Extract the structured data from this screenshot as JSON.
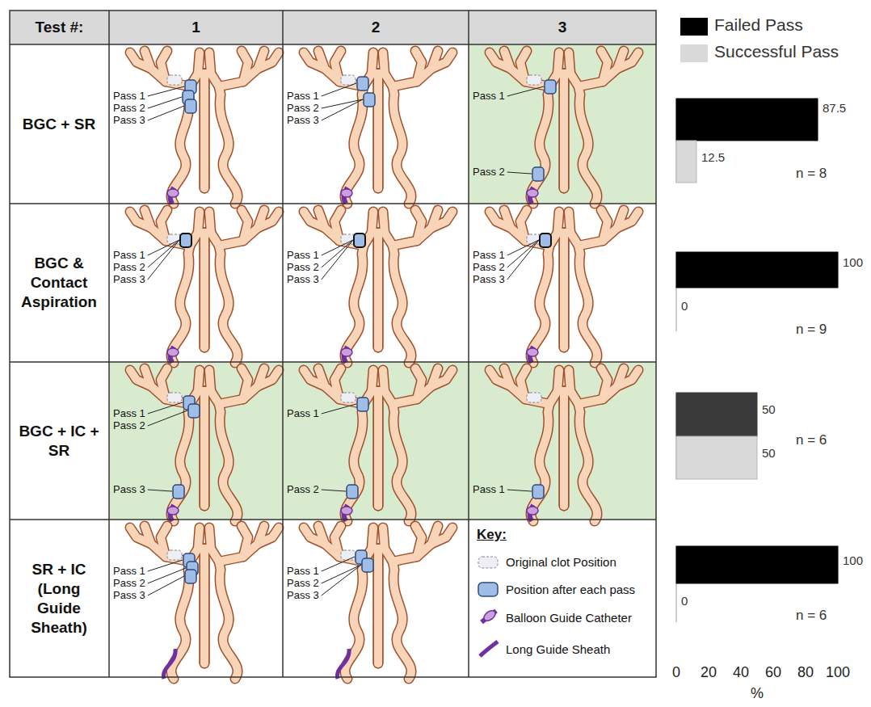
{
  "diagram": {
    "labels": [
      "Test #:",
      "1",
      "2",
      "3",
      "BGC + SR",
      "Pass 1",
      "Pass 2",
      "Pass 3",
      "Pass 1",
      "Pass 2",
      "Pass 3",
      "Pass 1",
      "Pass 2",
      "BGC & Contact Aspiration",
      "Pass 1",
      "Pass 2",
      "Pass 3",
      "Pass 1",
      "Pass 2",
      "Pass 3",
      "Pass 1",
      "Pass 2",
      "Pass 3",
      "BGC + IC + SR",
      "Pass 1",
      "Pass 2",
      "Pass 3",
      "Pass 1",
      "Pass 2",
      "Pass 1",
      "SR + IC (Long Guide Sheath)",
      "Pass 1",
      "Pass 2",
      "Pass 3",
      "Pass 1",
      "Pass 2",
      "Pass 3",
      "Key:",
      "87.5",
      "12.5",
      "n = 8",
      "100",
      "0",
      "n = 9",
      "50",
      "50",
      "n = 6",
      "100",
      "0",
      "n = 6",
      "0",
      "20",
      "40",
      "60",
      "80",
      "100",
      "%"
    ],
    "legend": [
      {
        "text": "Failed Pass",
        "color": "#000000"
      },
      {
        "text": "Successful Pass",
        "color": "#d9d9d9"
      },
      {
        "text": "Original clot Position"
      },
      {
        "text": "Position after each pass"
      },
      {
        "text": "Balloon Guide Catheter"
      },
      {
        "text": "Long Guide Sheath"
      }
    ]
  }
}
